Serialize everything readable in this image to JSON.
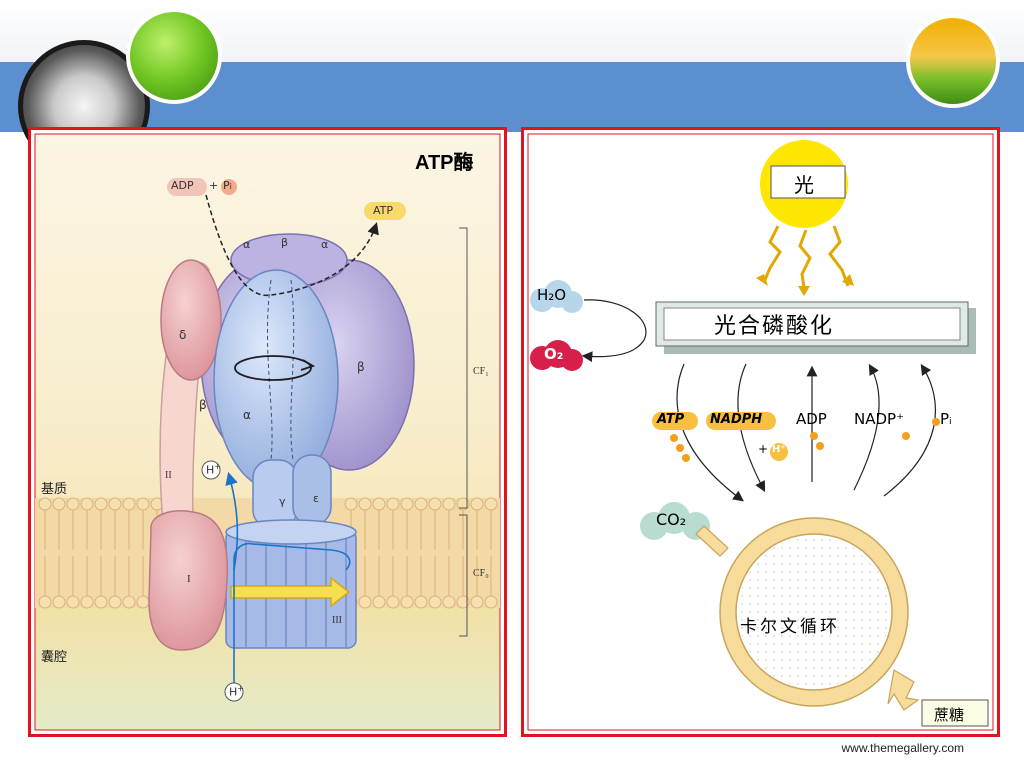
{
  "left_panel": {
    "title": "ATP酶",
    "adp_label": "ADP",
    "plus": "+",
    "pi_label": "P",
    "pi_sub": "i",
    "atp_label": "ATP",
    "subunits": {
      "alpha": "α",
      "beta": "β",
      "delta": "δ",
      "gamma": "γ",
      "epsilon": "ε",
      "b_two": "II",
      "b_one": "I",
      "c_ring": "III"
    },
    "proton_top": "H",
    "proton_bottom": "H",
    "proton_sup": "+",
    "cf1": "CF₁",
    "cf0": "CF₀",
    "stroma": "基质",
    "lumen": "囊腔"
  },
  "right_panel": {
    "light": "光",
    "photophosphorylation": "光合磷酸化",
    "h2o": "H₂O",
    "o2": "O₂",
    "atp": "ATP",
    "nadph": "NADPH",
    "adp": "ADP",
    "nadp": "NADP⁺",
    "pi": "Pᵢ",
    "h_plus": "H⁺",
    "plus": "+",
    "co2": "CO₂",
    "calvin": "卡尔文循环",
    "sucrose": "蔗糖"
  },
  "footer": {
    "url": "www.themegallery.com"
  },
  "colors": {
    "accent_band": "#5b8fd0",
    "frame_red": "#e0141c",
    "sun_yellow": "#ffe600"
  }
}
